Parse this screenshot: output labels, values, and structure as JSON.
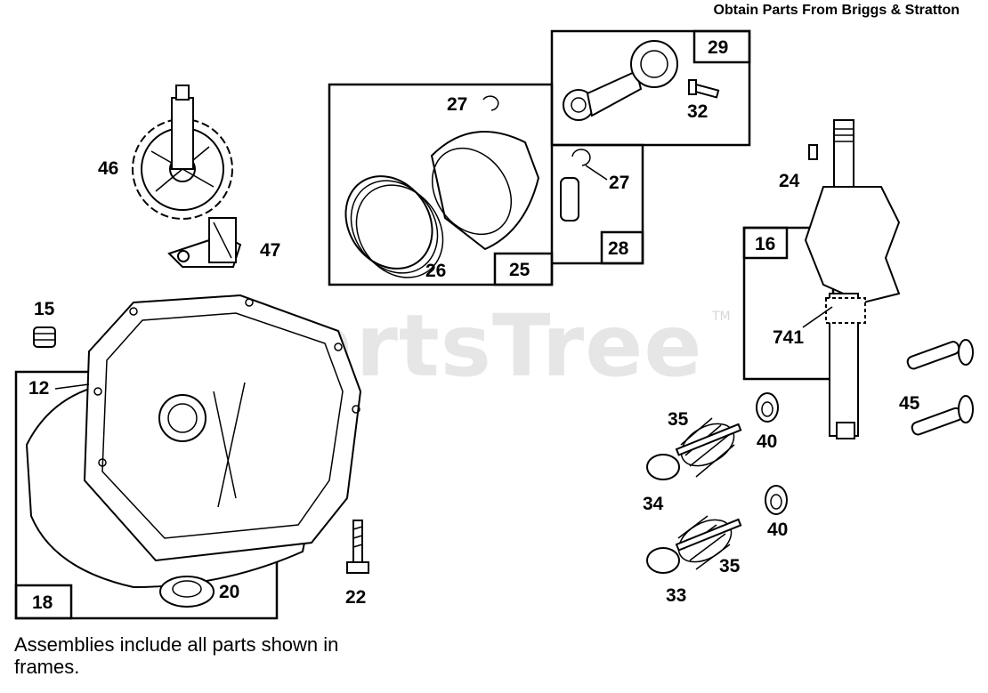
{
  "header": {
    "note": "Obtain Parts From Briggs & Stratton"
  },
  "watermark": {
    "text": "PartsTree",
    "trademark": "TM"
  },
  "footer": {
    "note": "Assemblies include all parts shown in frames."
  },
  "frames": [
    {
      "id": "25",
      "label": "25"
    },
    {
      "id": "29",
      "label": "29"
    },
    {
      "id": "28",
      "label": "28"
    },
    {
      "id": "16",
      "label": "16"
    },
    {
      "id": "18",
      "label": "18"
    }
  ],
  "callouts": {
    "p46": "46",
    "p47": "47",
    "p15": "15",
    "p12": "12",
    "p20": "20",
    "p22": "22",
    "p27a": "27",
    "p26": "26",
    "p27b": "27",
    "p32": "32",
    "p24": "24",
    "p741": "741",
    "p45": "45",
    "p35a": "35",
    "p40a": "40",
    "p34": "34",
    "p40b": "40",
    "p35b": "35",
    "p33": "33"
  }
}
